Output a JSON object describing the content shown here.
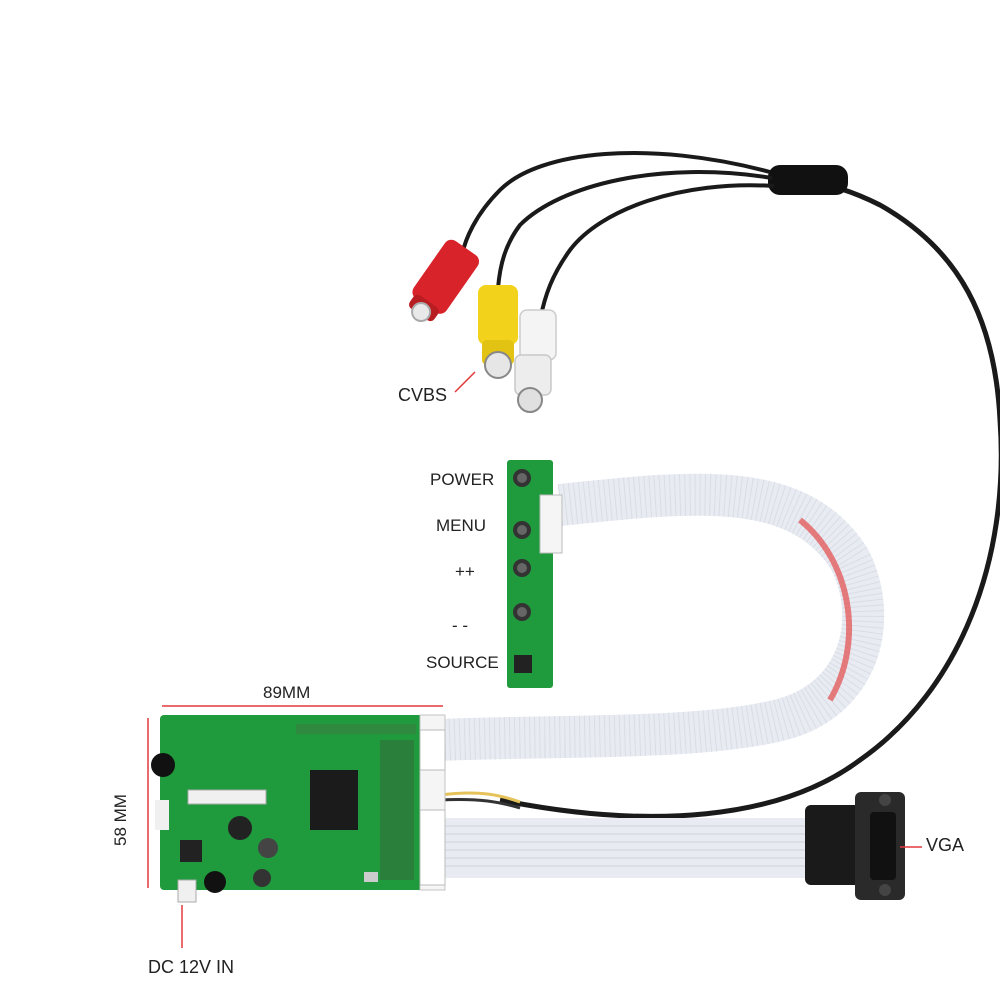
{
  "labels": {
    "cvbs": "CVBS",
    "power": "POWER",
    "menu": "MENU",
    "plus": "++",
    "minus": "- -",
    "source": "SOURCE",
    "width": "89MM",
    "height": "58 MM",
    "dc_in": "DC 12V  IN",
    "vga": "VGA"
  },
  "colors": {
    "pcb": "#1f9a3c",
    "cable": "#1a1a1a",
    "ribbon": "#e8ecf2",
    "red_stripe": "#e24a4a",
    "rca_red": "#d8232a",
    "rca_yellow": "#f2d21b",
    "rca_white": "#f2f2f2",
    "annotation": "#e23a3a"
  }
}
